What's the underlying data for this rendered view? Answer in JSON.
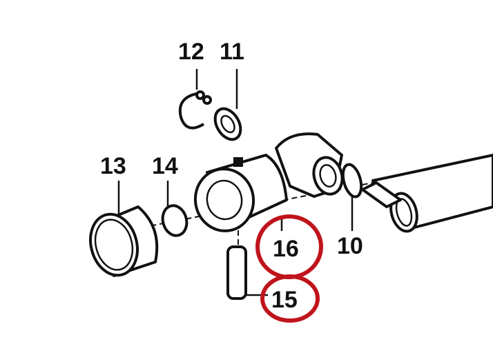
{
  "diagram": {
    "labels": {
      "part_12": "12",
      "part_11": "11",
      "part_13": "13",
      "part_14": "14",
      "part_16": "16",
      "part_10": "10",
      "part_15": "15"
    },
    "highlighted_parts": [
      "16",
      "15"
    ],
    "highlight_color": "#c0141c"
  }
}
